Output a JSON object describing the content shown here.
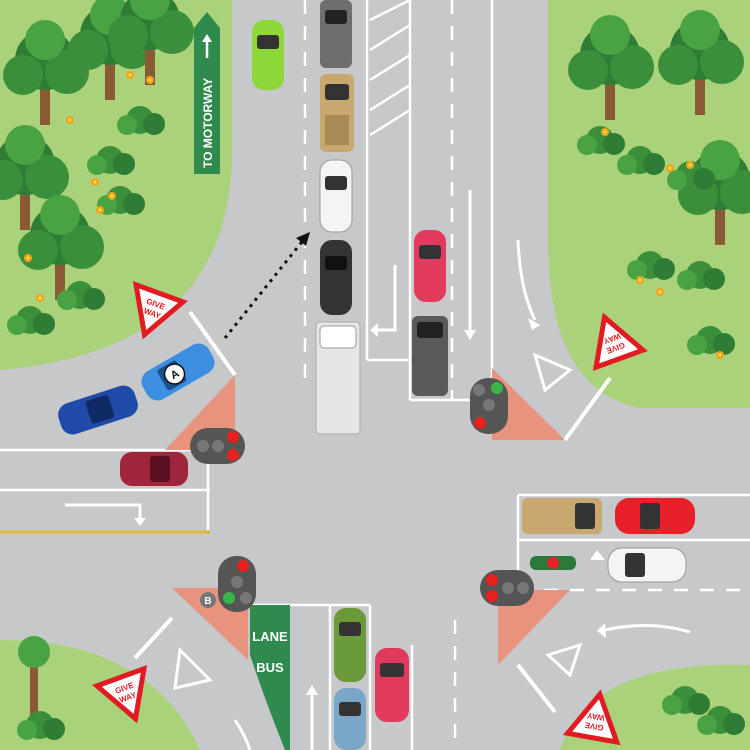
{
  "signs": {
    "motorway": "TO MOTORWAY",
    "give_way_line1": "GIVE",
    "give_way_line2": "WAY",
    "bus_lane_word1": "BUS",
    "bus_lane_word2": "LANE"
  },
  "markers": {
    "car_a": "A",
    "car_b": "B"
  },
  "colors": {
    "grass": "#a9d27a",
    "road": "#c7c8ca",
    "island": "#e8937e",
    "sign_green": "#2f8a4e",
    "car_a": "#3c8ee0",
    "signal_red": "#e8201e",
    "signal_green": "#3bb54a"
  },
  "icons": [
    "tree-icon",
    "bush-icon",
    "flower-icon",
    "arrow-up-icon",
    "traffic-light-icon",
    "give-way-sign-icon"
  ]
}
